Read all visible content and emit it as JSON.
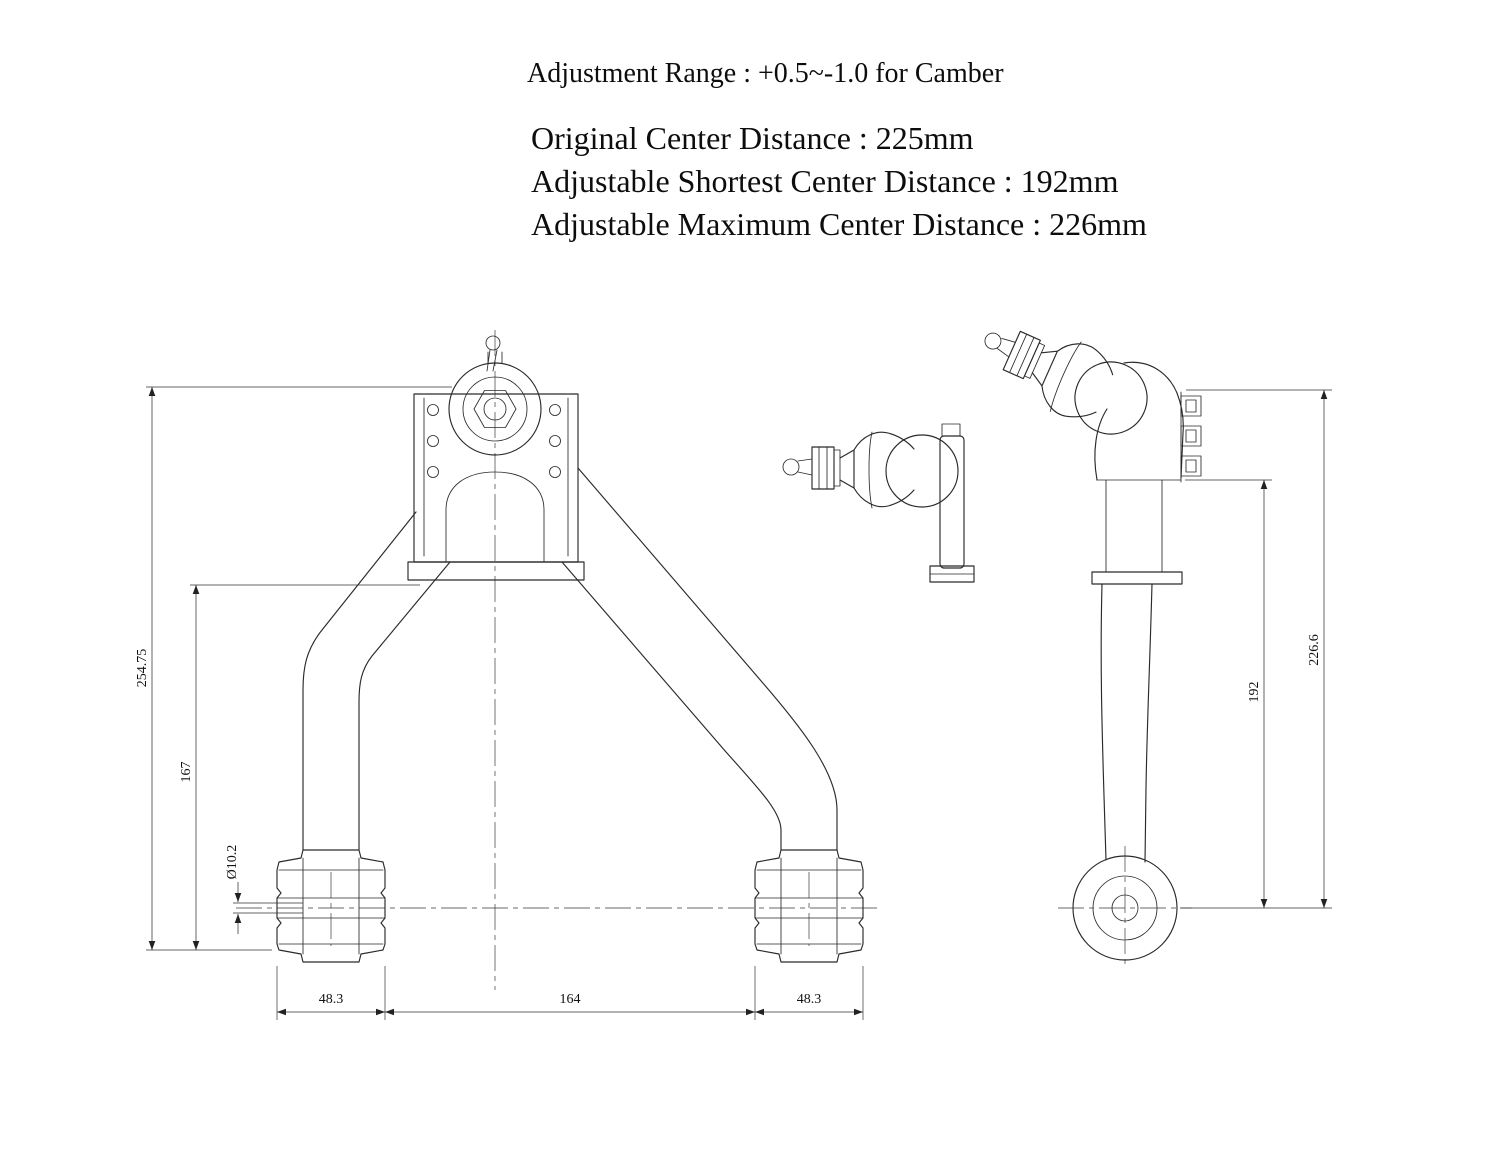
{
  "header": {
    "title": "Adjustment Range : +0.5~-1.0 for Camber",
    "notes": [
      "Original  Center Distance : 225mm",
      "Adjustable Shortest Center Distance : 192mm",
      "Adjustable Maximum  Center Distance : 226mm"
    ]
  },
  "drawing": {
    "front_view": {
      "dim_overall_height": "254.75",
      "dim_arm_height": "167",
      "dim_bore": "Ø10.2",
      "dim_left_bushing_width": "48.3",
      "dim_center_span": "164",
      "dim_right_bushing_width": "48.3"
    },
    "side_view": {
      "dim_shortest_center": "192",
      "dim_maximum_center": "226.6"
    }
  },
  "colors": {
    "line": "#2a2a2a",
    "dimension_line": "#333333",
    "text": "#111111",
    "background": "#ffffff"
  }
}
